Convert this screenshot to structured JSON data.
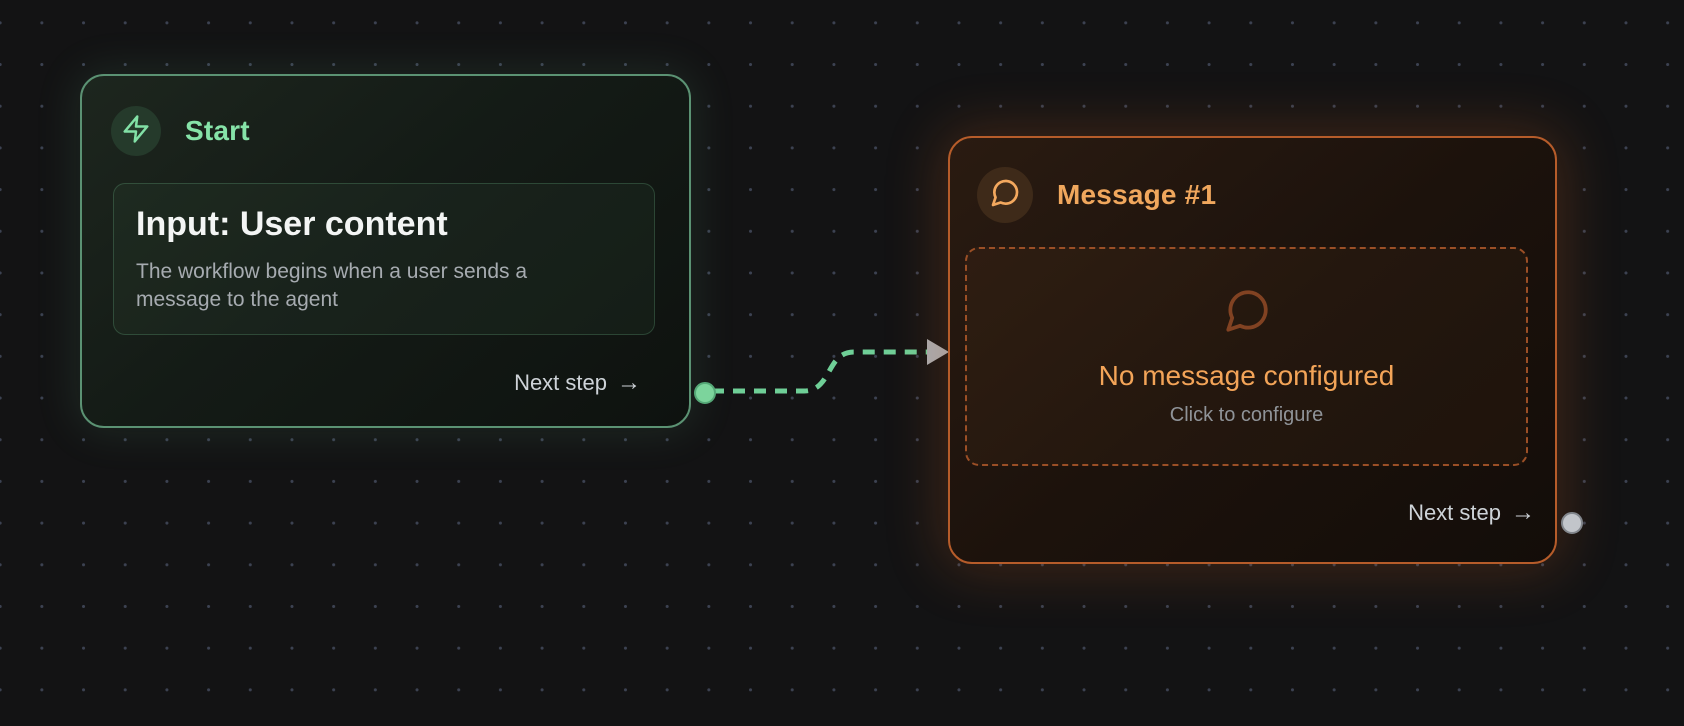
{
  "canvas": {
    "background_color": "#131314",
    "dot_grid_color": "#76849f"
  },
  "connection": {
    "style": "dashed",
    "color": "#6fcf97",
    "arrow_color": "#a9adb2",
    "from": "start",
    "to": "message"
  },
  "nodes": {
    "start": {
      "title": "Start",
      "icon": "lightning-icon",
      "accent_color": "#86e3a8",
      "border_color": "#5b9273",
      "card": {
        "title": "Input: User content",
        "description": "The workflow begins when a user sends a message to the agent"
      },
      "footer": {
        "label": "Next step",
        "arrow": "→"
      }
    },
    "message": {
      "title": "Message #1",
      "icon": "chat-bubble-icon",
      "accent_color": "#f0a75d",
      "border_color": "#b65c2a",
      "placeholder": {
        "icon": "chat-bubble-icon",
        "title": "No message configured",
        "subtitle": "Click to configure"
      },
      "footer": {
        "label": "Next step",
        "arrow": "→"
      }
    }
  }
}
